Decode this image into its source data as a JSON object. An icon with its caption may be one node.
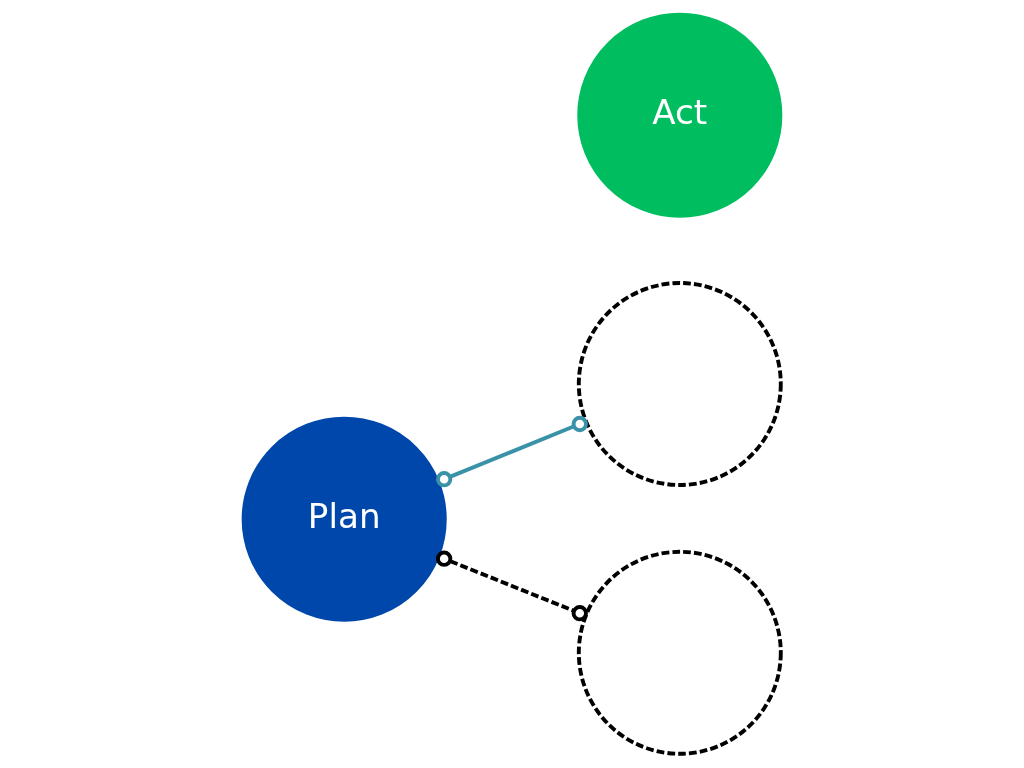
{
  "diagram": {
    "nodes": [
      {
        "text": [
          "Plan"
        ]
      },
      {
        "text": [
          "Act"
        ]
      },
      {
        "text": [],
        "shape": "circle"
      },
      {
        "text": [],
        "shape": "circle"
      }
    ],
    "edges": [
      {
        "from": 0,
        "to": 2,
        "arrow": "other",
        "color": "#3a92a8"
      },
      {
        "from": 0,
        "to": 3,
        "arrow": "other",
        "style": "dashed",
        "color": "#000000"
      }
    ]
  }
}
